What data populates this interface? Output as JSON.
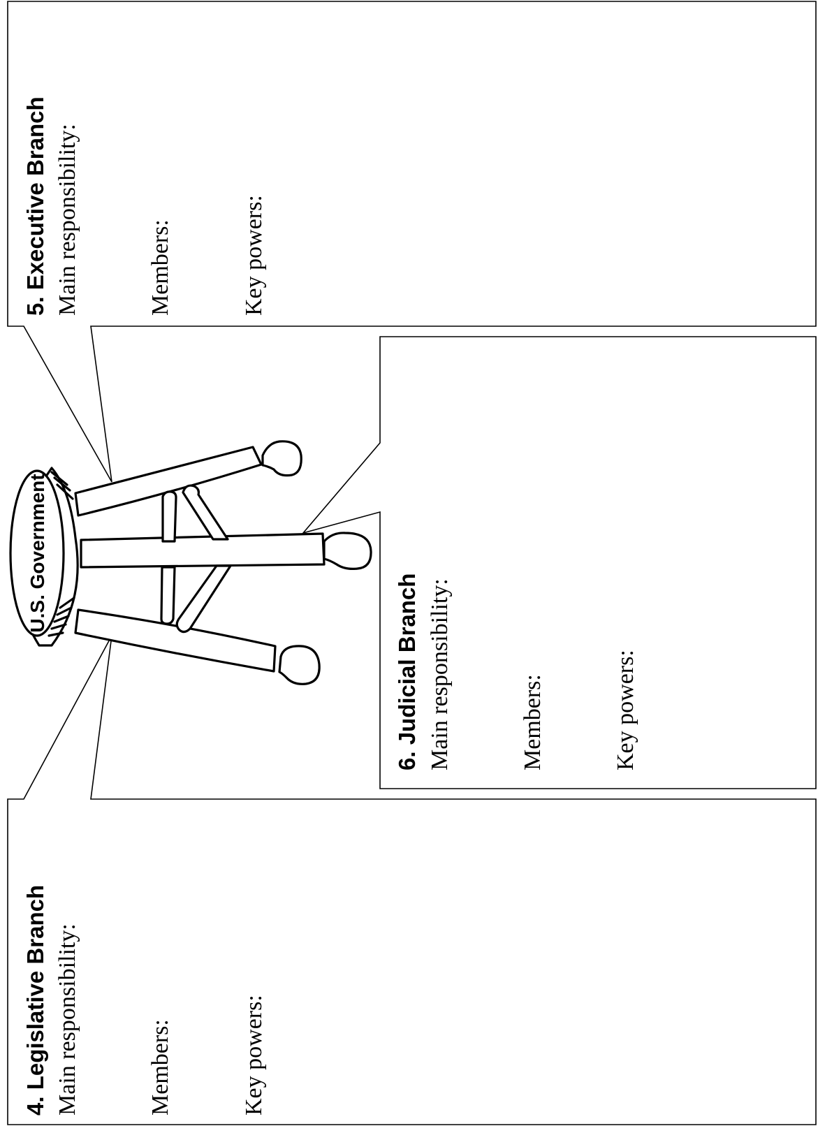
{
  "stool": {
    "seat_label": "U.S. Government"
  },
  "branches": {
    "executive": {
      "heading": "5.  Executive Branch",
      "main_responsibility": "Main responsibility:",
      "members": "Members:",
      "key_powers": "Key powers:"
    },
    "judicial": {
      "heading": "6.  Judicial Branch",
      "main_responsibility": "Main responsibility:",
      "members": "Members:",
      "key_powers": "Key powers:"
    },
    "legislative": {
      "heading": "4.  Legislative Branch",
      "main_responsibility": "Main responsibility:",
      "members": "Members:",
      "key_powers": "Key powers:"
    }
  }
}
